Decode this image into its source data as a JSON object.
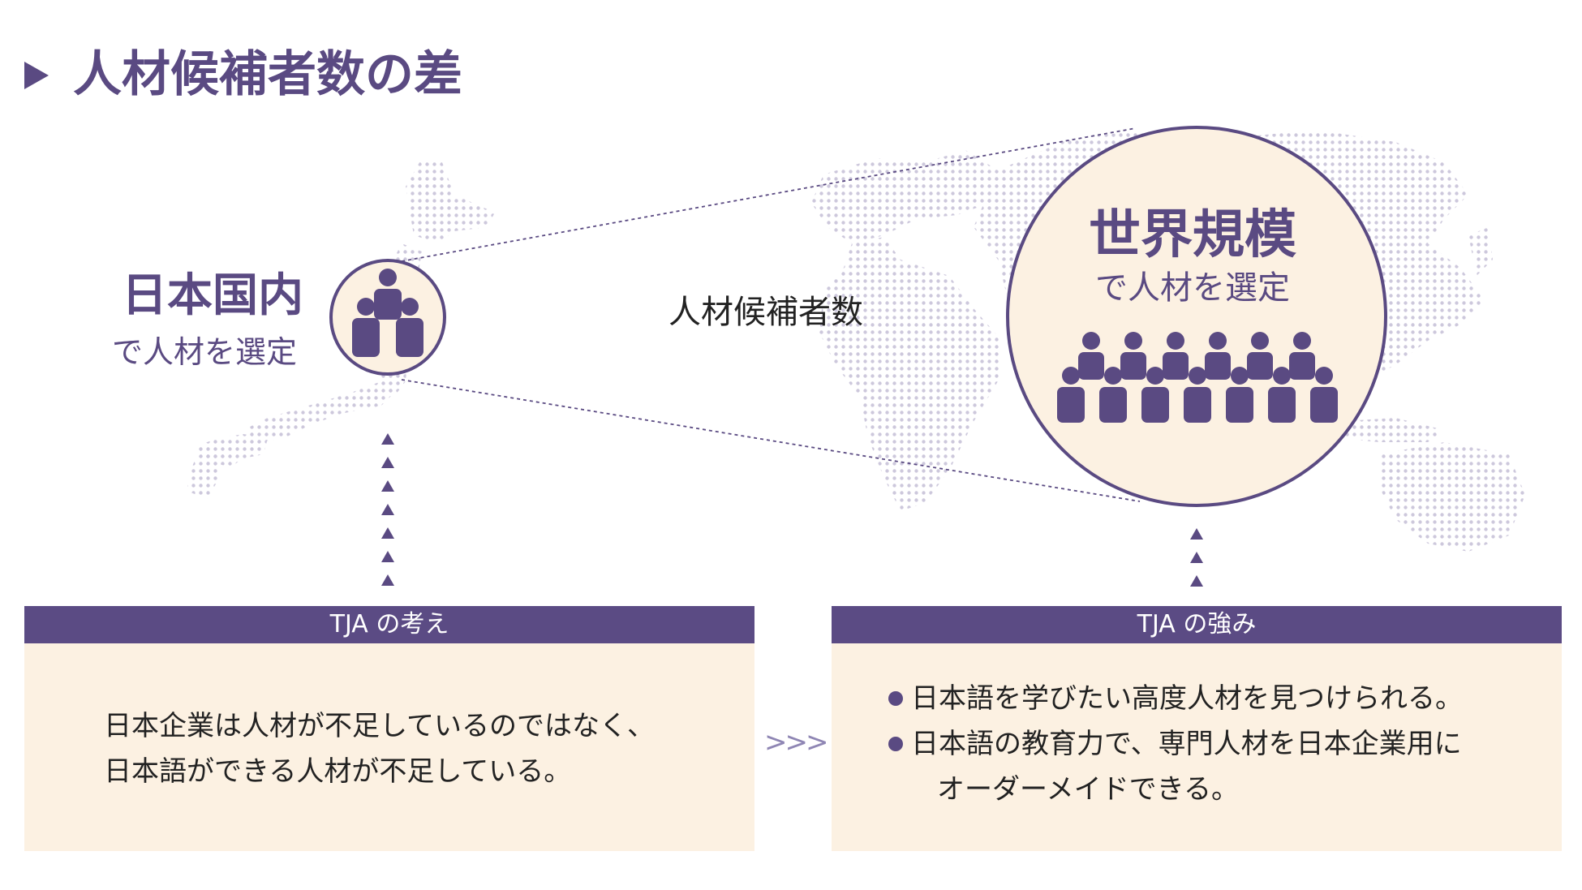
{
  "title": "人材候補者数の差",
  "domestic": {
    "heading": "日本国内",
    "subheading": "で人材を選定"
  },
  "middle_label": "人材候補者数",
  "global": {
    "heading": "世界規模",
    "subheading": "で人材を選定"
  },
  "left_box": {
    "header": "TJA の考え",
    "lines": [
      "日本企業は人材が不足しているのではなく、",
      "日本語ができる人材が不足している。"
    ]
  },
  "connector": ">>>",
  "right_box": {
    "header": "TJA の強み",
    "bullet1": "日本語を学びたい高度人材を見つけられる。",
    "bullet2": "日本語の教育力で、専門人材を日本企業用に",
    "bullet2_cont": "オーダーメイドできる。"
  },
  "colors": {
    "accent": "#5a4a82",
    "box_fill": "#fcf1e2",
    "map_dots": "#cdc8dc"
  },
  "icons": {
    "people_small": "people-group-icon",
    "people_large": "crowd-icon",
    "arrows": "up-triangle-icon"
  }
}
